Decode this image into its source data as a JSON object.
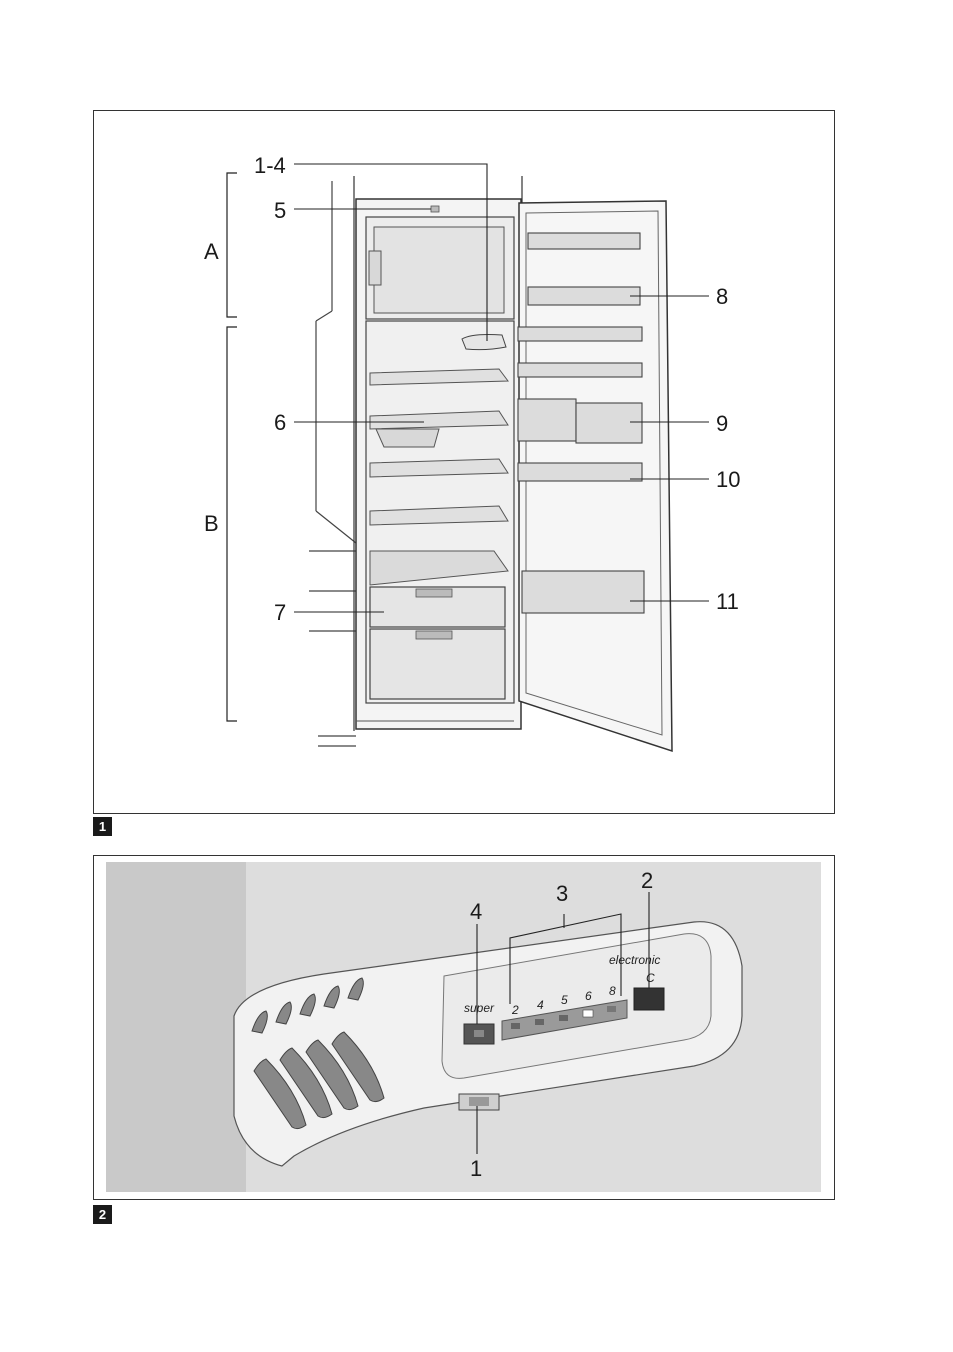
{
  "figure1": {
    "number": "1",
    "labels": {
      "l1_4": "1-4",
      "l5": "5",
      "lA": "A",
      "lB": "B",
      "l6": "6",
      "l7": "7",
      "l8": "8",
      "l9": "9",
      "l10": "10",
      "l11": "11"
    }
  },
  "figure2": {
    "number": "2",
    "labels": {
      "l1": "1",
      "l2": "2",
      "l3": "3",
      "l4": "4"
    },
    "panel": {
      "super_text": "super",
      "brand_text": "electronic",
      "c_text": "C",
      "scale": [
        "2",
        "4",
        "5",
        "6",
        "8"
      ]
    }
  }
}
